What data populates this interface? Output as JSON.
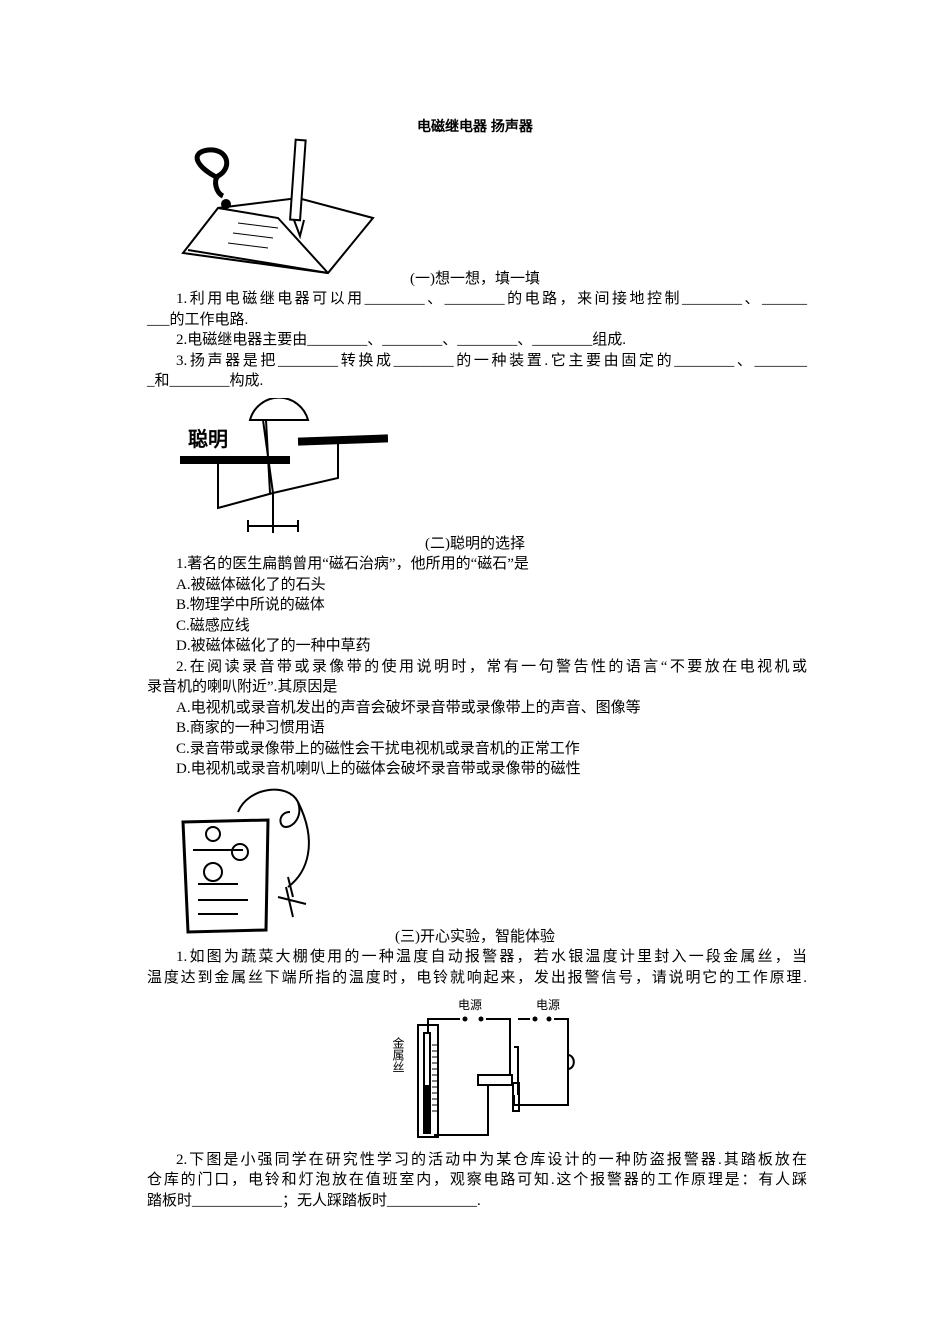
{
  "title": "电磁继电器  扬声器",
  "s1": {
    "heading": "(一)想一想，填一填",
    "lines": [
      "1.利用电磁继电器可以用________、________的电路，来间接地控制________、______",
      "___的工作电路.",
      "2.电磁继电器主要由________、________、________、________组成.",
      "3.扬声器是把________转换成________的一种装置.它主要由固定的________、_______",
      "_和________构成."
    ]
  },
  "s2": {
    "heading": "(二)聪明的选择",
    "figure_label": "聪明",
    "lines": [
      "1.著名的医生扁鹊曾用“磁石治病”，他所用的“磁石”是",
      "A.被磁体磁化了的石头",
      "B.物理学中所说的磁体",
      "C.磁感应线",
      "D.被磁体磁化了的一种中草药",
      "2.在阅读录音带或录像带的使用说明时，常有一句警告性的语言“不要放在电视机或",
      "录音机的喇叭附近”.其原因是",
      "A.电视机或录音机发出的声音会破坏录音带或录像带上的声音、图像等",
      "B.商家的一种习惯用语",
      "C.录音带或录像带上的磁性会干扰电视机或录音机的正常工作",
      "D.电视机或录音机喇叭上的磁体会破坏录音带或录像带的磁性"
    ]
  },
  "s3": {
    "heading": "(三)开心实验，智能体验",
    "lines": [
      "1.如图为蔬菜大棚使用的一种温度自动报警器，若水银温度计里封入一段金属丝，当",
      "温度达到金属丝下端所指的温度时，电铃就响起来，发出报警信号，请说明它的工作原理.",
      "2.下图是小强同学在研究性学习的活动中为某仓库设计的一种防盗报警器.其踏板放在",
      "仓库的门口，电铃和灯泡放在值班室内，观察电路可知.这个报警器的工作原理是：有人踩",
      "踏板时____________；无人踩踏板时____________."
    ],
    "circuit": {
      "power1": "电源",
      "power2": "电源",
      "wire": "金属丝"
    }
  }
}
